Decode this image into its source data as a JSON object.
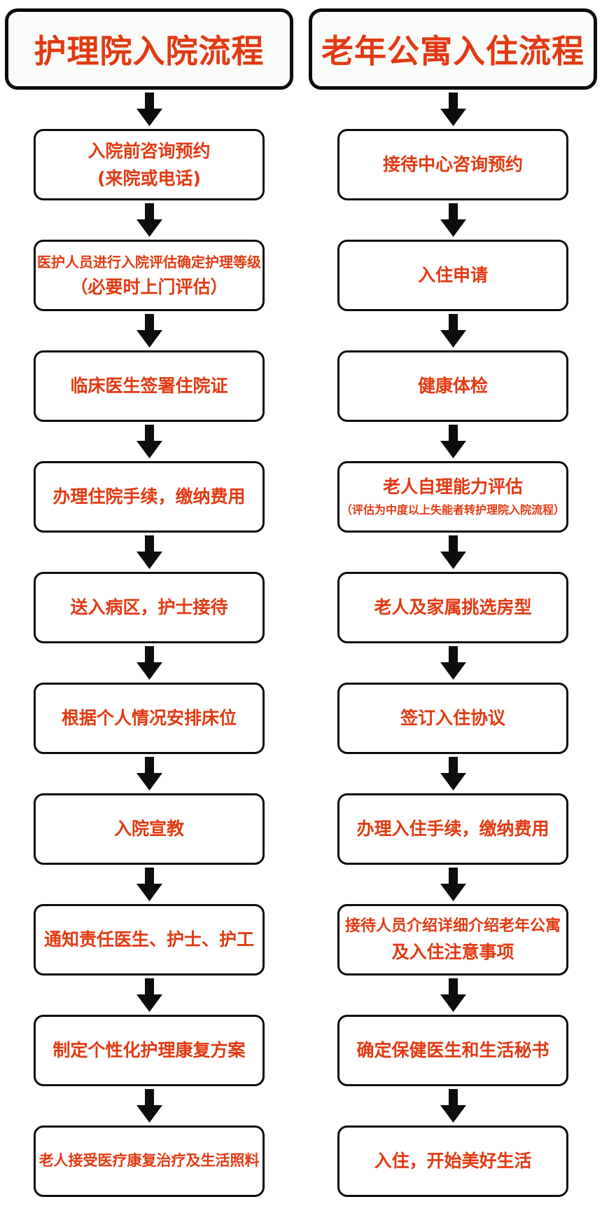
{
  "colors": {
    "accent": "#e23a12",
    "outline": "#0d0d0d",
    "arrow": "#0d0d0d",
    "title_box_bg": "#fafcfa",
    "page_bg": "#ffffff"
  },
  "columns": [
    {
      "id": "nursing-home-admission",
      "title": "护理院入院流程",
      "steps": [
        {
          "lines": [
            "入院前咨询预约",
            "(来院或电话)"
          ]
        },
        {
          "lines": [
            "医护人员进行入院评估确定护理等级",
            "（必要时上门评估）"
          ]
        },
        {
          "lines": [
            "临床医生签署住院证"
          ]
        },
        {
          "lines": [
            "办理住院手续，缴纳费用"
          ]
        },
        {
          "lines": [
            "送入病区，护士接待"
          ]
        },
        {
          "lines": [
            "根据个人情况安排床位"
          ]
        },
        {
          "lines": [
            "入院宣教"
          ]
        },
        {
          "lines": [
            "通知责任医生、护士、护工"
          ]
        },
        {
          "lines": [
            "制定个性化护理康复方案"
          ]
        },
        {
          "lines": [
            "老人接受医疗康复治疗及生活照料"
          ]
        }
      ]
    },
    {
      "id": "senior-apartment-checkin",
      "title": "老年公寓入住流程",
      "steps": [
        {
          "lines": [
            "接待中心咨询预约"
          ]
        },
        {
          "lines": [
            "入住申请"
          ]
        },
        {
          "lines": [
            "健康体检"
          ]
        },
        {
          "lines": [
            "老人自理能力评估",
            "（评估为中度以上失能者转护理院入院流程）"
          ]
        },
        {
          "lines": [
            "老人及家属挑选房型"
          ]
        },
        {
          "lines": [
            "签订入住协议"
          ]
        },
        {
          "lines": [
            "办理入住手续，缴纳费用"
          ]
        },
        {
          "lines": [
            "接待人员介绍详细介绍老年公寓",
            "及入住注意事项"
          ]
        },
        {
          "lines": [
            "确定保健医生和生活秘书"
          ]
        },
        {
          "lines": [
            "入住，开始美好生活"
          ]
        }
      ]
    }
  ]
}
